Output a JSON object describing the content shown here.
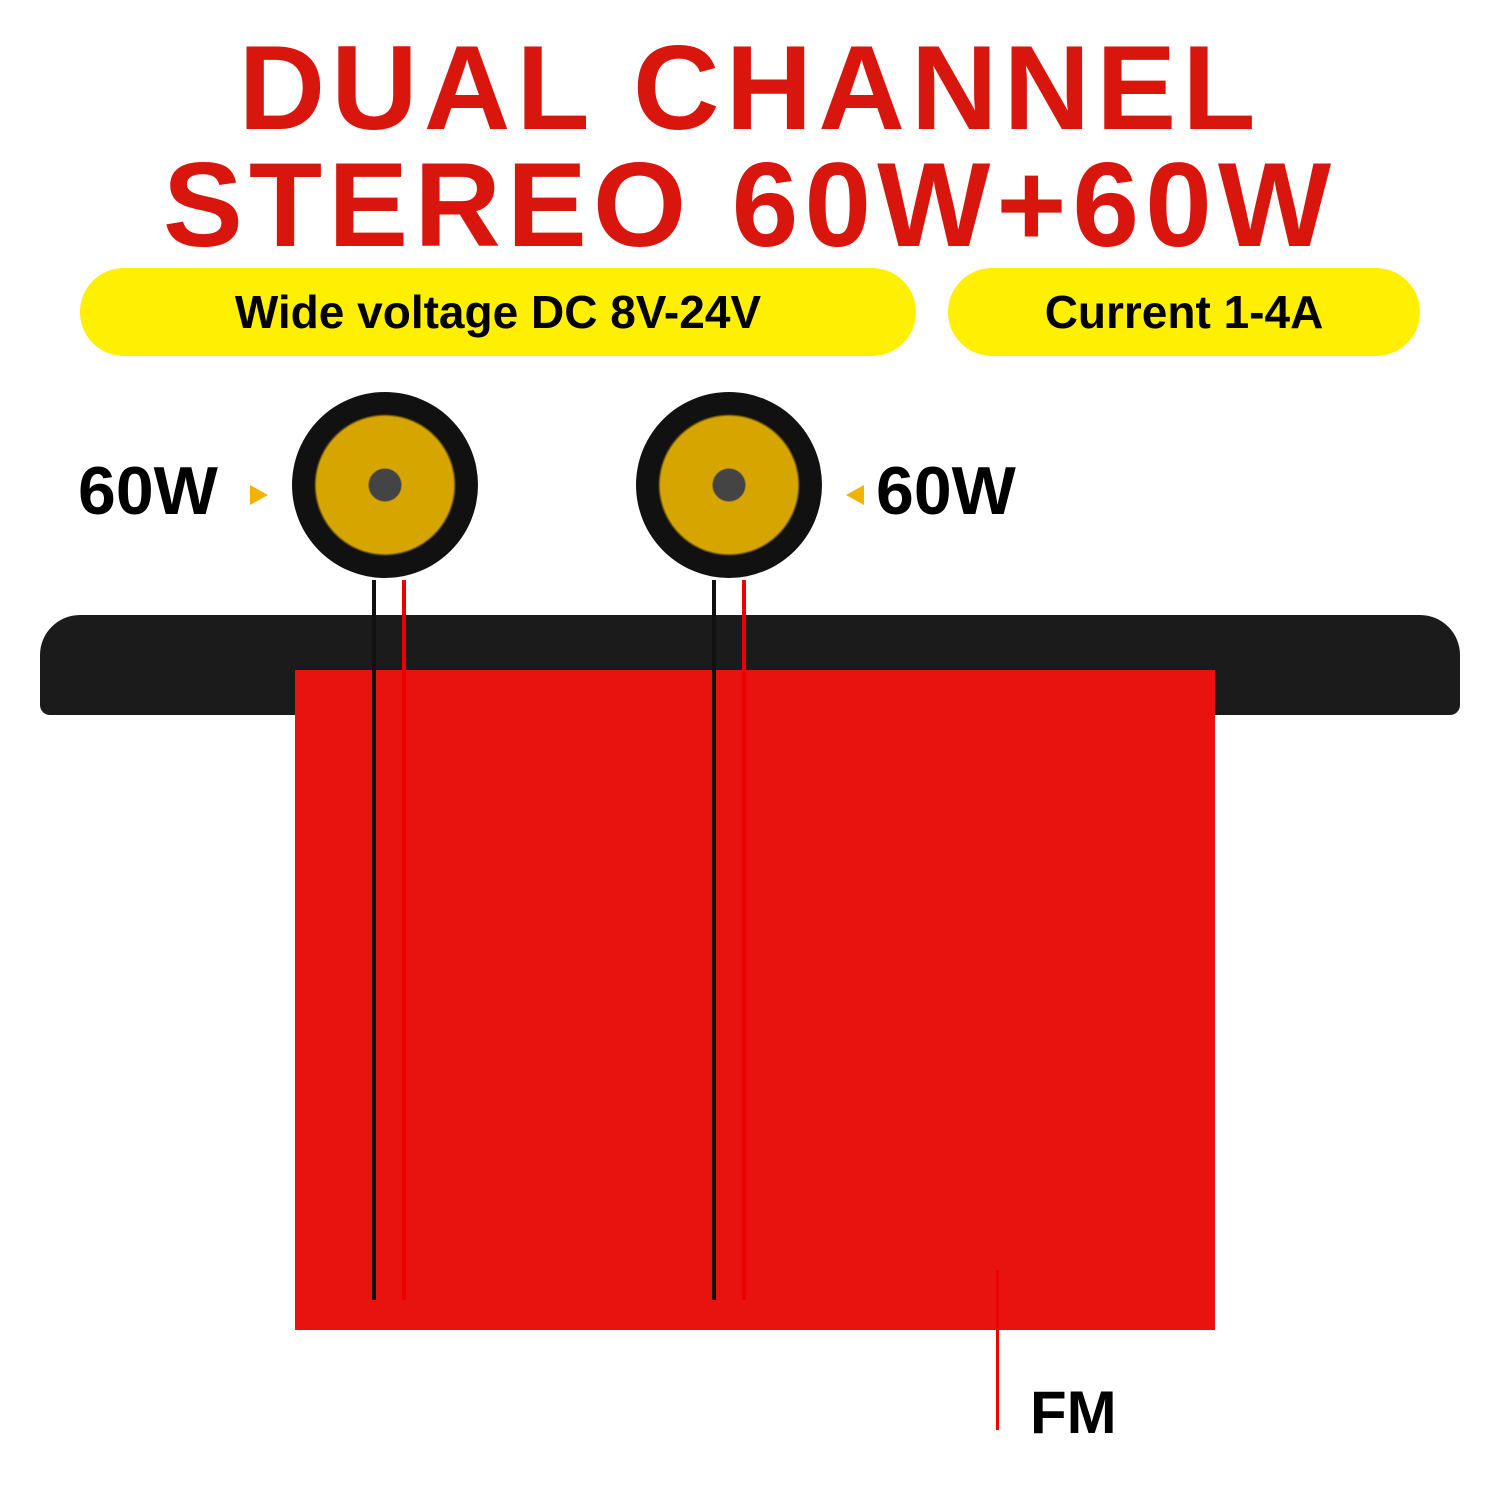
{
  "headline": {
    "line1": "DUAL CHANNEL",
    "line2": "STEREO 60W+60W"
  },
  "badges": {
    "voltage": "Wide voltage DC 8V-24V",
    "current": "Current 1-4A"
  },
  "speakers": {
    "left_label": "60W",
    "right_label": "60W"
  },
  "callouts": {
    "fm": "FM"
  },
  "colors": {
    "title": "#d9160e",
    "badge": "#ffef00",
    "pcb": "#e8130e"
  }
}
